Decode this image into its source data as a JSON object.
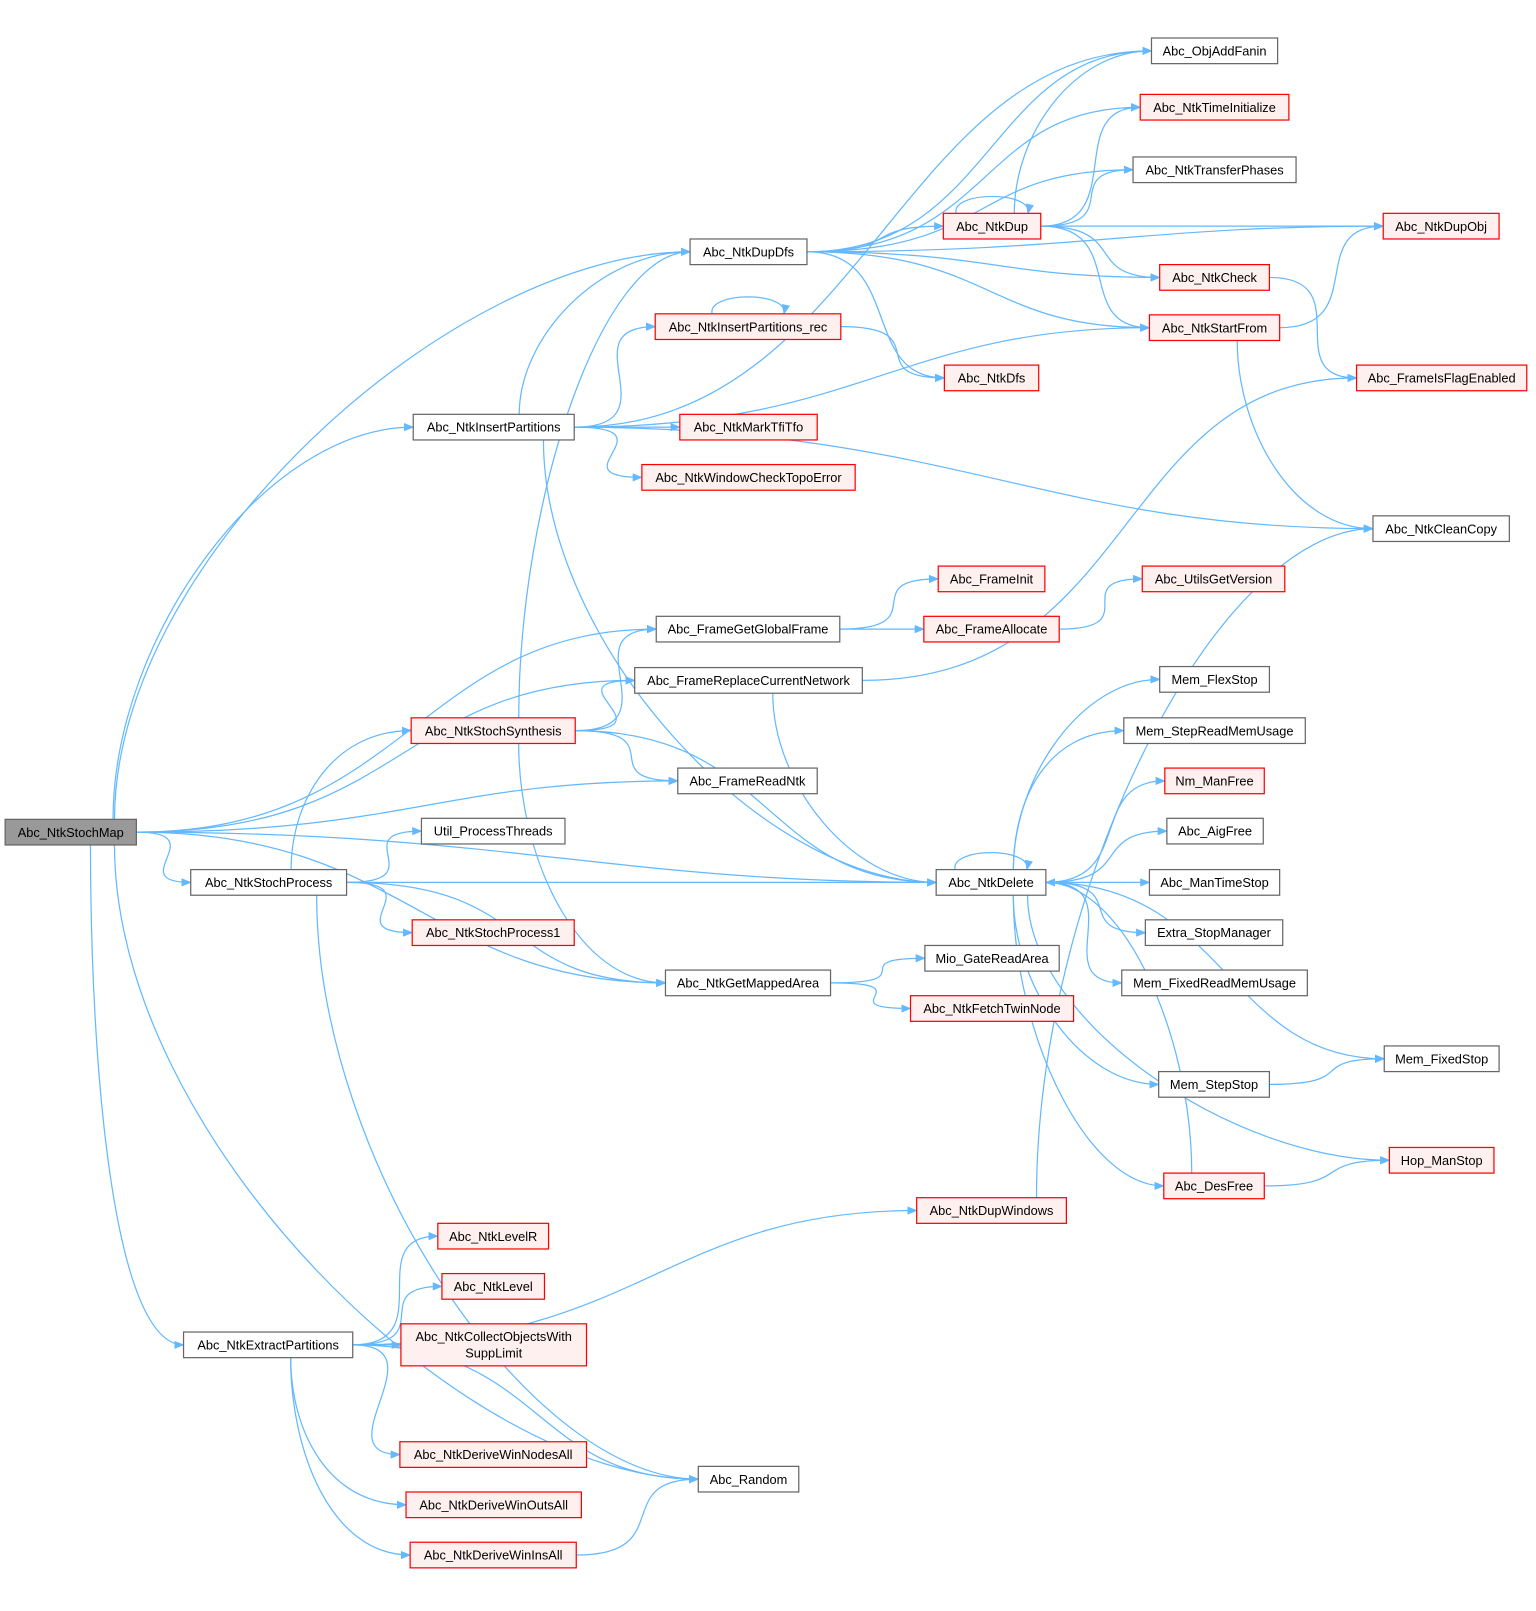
{
  "colors": {
    "edge": "#63b8ff",
    "root_fill": "#999999",
    "root_stroke": "#666666",
    "normal_stroke": "#666666",
    "red_stroke": "#ff0000",
    "red_fill": "#fff0f0",
    "normal_fill": "#ffffff"
  },
  "nodes": [
    {
      "id": "stochmap",
      "label": "Abc_NtkStochMap",
      "kind": "root"
    },
    {
      "id": "objaddfanin",
      "label": "Abc_ObjAddFanin",
      "kind": "normal"
    },
    {
      "id": "timeinit",
      "label": "Abc_NtkTimeInitialize",
      "kind": "red"
    },
    {
      "id": "transfer",
      "label": "Abc_NtkTransferPhases",
      "kind": "normal"
    },
    {
      "id": "dupobj",
      "label": "Abc_NtkDupObj",
      "kind": "red"
    },
    {
      "id": "dup",
      "label": "Abc_NtkDup",
      "kind": "red"
    },
    {
      "id": "dupdfs",
      "label": "Abc_NtkDupDfs",
      "kind": "normal"
    },
    {
      "id": "check",
      "label": "Abc_NtkCheck",
      "kind": "red"
    },
    {
      "id": "insrec",
      "label": "Abc_NtkInsertPartitions_rec",
      "kind": "red"
    },
    {
      "id": "startfrom",
      "label": "Abc_NtkStartFrom",
      "kind": "red"
    },
    {
      "id": "dfs",
      "label": "Abc_NtkDfs",
      "kind": "red"
    },
    {
      "id": "flagenabled",
      "label": "Abc_FrameIsFlagEnabled",
      "kind": "red"
    },
    {
      "id": "inspart",
      "label": "Abc_NtkInsertPartitions",
      "kind": "normal"
    },
    {
      "id": "marktfi",
      "label": "Abc_NtkMarkTfiTfo",
      "kind": "red"
    },
    {
      "id": "topoerr",
      "label": "Abc_NtkWindowCheckTopoError",
      "kind": "red"
    },
    {
      "id": "cleancopy",
      "label": "Abc_NtkCleanCopy",
      "kind": "normal"
    },
    {
      "id": "frameinit",
      "label": "Abc_FrameInit",
      "kind": "red"
    },
    {
      "id": "getversion",
      "label": "Abc_UtilsGetVersion",
      "kind": "red"
    },
    {
      "id": "getglobal",
      "label": "Abc_FrameGetGlobalFrame",
      "kind": "normal"
    },
    {
      "id": "frameallocate",
      "label": "Abc_FrameAllocate",
      "kind": "red"
    },
    {
      "id": "flexstop",
      "label": "Mem_FlexStop",
      "kind": "normal"
    },
    {
      "id": "replacenet",
      "label": "Abc_FrameReplaceCurrentNetwork",
      "kind": "normal"
    },
    {
      "id": "stochsynth",
      "label": "Abc_NtkStochSynthesis",
      "kind": "red"
    },
    {
      "id": "stepreadmem",
      "label": "Mem_StepReadMemUsage",
      "kind": "normal"
    },
    {
      "id": "nmfree",
      "label": "Nm_ManFree",
      "kind": "red"
    },
    {
      "id": "readntk",
      "label": "Abc_FrameReadNtk",
      "kind": "normal"
    },
    {
      "id": "procthreads",
      "label": "Util_ProcessThreads",
      "kind": "normal"
    },
    {
      "id": "aigfree",
      "label": "Abc_AigFree",
      "kind": "normal"
    },
    {
      "id": "stochproc",
      "label": "Abc_NtkStochProcess",
      "kind": "normal"
    },
    {
      "id": "delete",
      "label": "Abc_NtkDelete",
      "kind": "normal"
    },
    {
      "id": "mantimestop",
      "label": "Abc_ManTimeStop",
      "kind": "normal"
    },
    {
      "id": "stochproc1",
      "label": "Abc_NtkStochProcess1",
      "kind": "red"
    },
    {
      "id": "extrastop",
      "label": "Extra_StopManager",
      "kind": "normal"
    },
    {
      "id": "gatearea",
      "label": "Mio_GateReadArea",
      "kind": "normal"
    },
    {
      "id": "mappedarea",
      "label": "Abc_NtkGetMappedArea",
      "kind": "normal"
    },
    {
      "id": "fixedreadmem",
      "label": "Mem_FixedReadMemUsage",
      "kind": "normal"
    },
    {
      "id": "twinnode",
      "label": "Abc_NtkFetchTwinNode",
      "kind": "red"
    },
    {
      "id": "fixedstop",
      "label": "Mem_FixedStop",
      "kind": "normal"
    },
    {
      "id": "stepstop",
      "label": "Mem_StepStop",
      "kind": "normal"
    },
    {
      "id": "hopstop",
      "label": "Hop_ManStop",
      "kind": "red"
    },
    {
      "id": "desfree",
      "label": "Abc_DesFree",
      "kind": "red"
    },
    {
      "id": "dupwindows",
      "label": "Abc_NtkDupWindows",
      "kind": "red"
    },
    {
      "id": "levelr",
      "label": "Abc_NtkLevelR",
      "kind": "red"
    },
    {
      "id": "level",
      "label": "Abc_NtkLevel",
      "kind": "red"
    },
    {
      "id": "extractpart",
      "label": "Abc_NtkExtractPartitions",
      "kind": "normal"
    },
    {
      "id": "collectobj",
      "label": "Abc_NtkCollectObjectsWith\nSuppLimit",
      "kind": "red"
    },
    {
      "id": "winnodes",
      "label": "Abc_NtkDeriveWinNodesAll",
      "kind": "red"
    },
    {
      "id": "random",
      "label": "Abc_Random",
      "kind": "normal"
    },
    {
      "id": "winouts",
      "label": "Abc_NtkDeriveWinOutsAll",
      "kind": "red"
    },
    {
      "id": "winins",
      "label": "Abc_NtkDeriveWinInsAll",
      "kind": "red"
    }
  ],
  "edges": [
    [
      "stochmap",
      "dupdfs"
    ],
    [
      "stochmap",
      "inspart"
    ],
    [
      "stochmap",
      "getglobal"
    ],
    [
      "stochmap",
      "replacenet"
    ],
    [
      "stochmap",
      "readntk"
    ],
    [
      "stochmap",
      "stochproc"
    ],
    [
      "stochmap",
      "delete"
    ],
    [
      "stochmap",
      "mappedarea"
    ],
    [
      "stochmap",
      "extractpart"
    ],
    [
      "stochmap",
      "random"
    ],
    [
      "dupdfs",
      "objaddfanin"
    ],
    [
      "dupdfs",
      "timeinit"
    ],
    [
      "dupdfs",
      "transfer"
    ],
    [
      "dupdfs",
      "dupobj"
    ],
    [
      "dupdfs",
      "dup"
    ],
    [
      "dupdfs",
      "check"
    ],
    [
      "dupdfs",
      "startfrom"
    ],
    [
      "dupdfs",
      "dfs"
    ],
    [
      "dup",
      "objaddfanin"
    ],
    [
      "dup",
      "timeinit"
    ],
    [
      "dup",
      "transfer"
    ],
    [
      "dup",
      "dupobj"
    ],
    [
      "dup",
      "check"
    ],
    [
      "dup",
      "startfrom"
    ],
    [
      "dup",
      "dup"
    ],
    [
      "check",
      "flagenabled"
    ],
    [
      "startfrom",
      "dupobj"
    ],
    [
      "startfrom",
      "cleancopy"
    ],
    [
      "insrec",
      "insrec"
    ],
    [
      "insrec",
      "dfs"
    ],
    [
      "inspart",
      "objaddfanin"
    ],
    [
      "inspart",
      "dupdfs"
    ],
    [
      "inspart",
      "insrec"
    ],
    [
      "inspart",
      "startfrom"
    ],
    [
      "inspart",
      "marktfi"
    ],
    [
      "inspart",
      "topoerr"
    ],
    [
      "inspart",
      "cleancopy"
    ],
    [
      "inspart",
      "delete"
    ],
    [
      "getglobal",
      "frameinit"
    ],
    [
      "getglobal",
      "frameallocate"
    ],
    [
      "frameallocate",
      "getversion"
    ],
    [
      "replacenet",
      "flagenabled"
    ],
    [
      "replacenet",
      "delete"
    ],
    [
      "stochsynth",
      "dupdfs"
    ],
    [
      "stochsynth",
      "getglobal"
    ],
    [
      "stochsynth",
      "replacenet"
    ],
    [
      "stochsynth",
      "readntk"
    ],
    [
      "stochsynth",
      "delete"
    ],
    [
      "stochsynth",
      "mappedarea"
    ],
    [
      "stochproc",
      "stochsynth"
    ],
    [
      "stochproc",
      "procthreads"
    ],
    [
      "stochproc",
      "delete"
    ],
    [
      "stochproc",
      "stochproc1"
    ],
    [
      "stochproc",
      "mappedarea"
    ],
    [
      "stochproc",
      "random"
    ],
    [
      "delete",
      "delete"
    ],
    [
      "delete",
      "flexstop"
    ],
    [
      "delete",
      "stepreadmem"
    ],
    [
      "delete",
      "nmfree"
    ],
    [
      "delete",
      "aigfree"
    ],
    [
      "delete",
      "mantimestop"
    ],
    [
      "delete",
      "extrastop"
    ],
    [
      "delete",
      "fixedreadmem"
    ],
    [
      "delete",
      "fixedstop"
    ],
    [
      "delete",
      "stepstop"
    ],
    [
      "delete",
      "hopstop"
    ],
    [
      "delete",
      "desfree"
    ],
    [
      "desfree",
      "delete"
    ],
    [
      "desfree",
      "hopstop"
    ],
    [
      "stepstop",
      "fixedstop"
    ],
    [
      "mappedarea",
      "gatearea"
    ],
    [
      "mappedarea",
      "twinnode"
    ],
    [
      "extractpart",
      "dupwindows"
    ],
    [
      "extractpart",
      "levelr"
    ],
    [
      "extractpart",
      "level"
    ],
    [
      "extractpart",
      "collectobj"
    ],
    [
      "extractpart",
      "winnodes"
    ],
    [
      "extractpart",
      "winouts"
    ],
    [
      "extractpart",
      "winins"
    ],
    [
      "extractpart",
      "random"
    ],
    [
      "winins",
      "random"
    ],
    [
      "dupwindows",
      "cleancopy"
    ]
  ]
}
